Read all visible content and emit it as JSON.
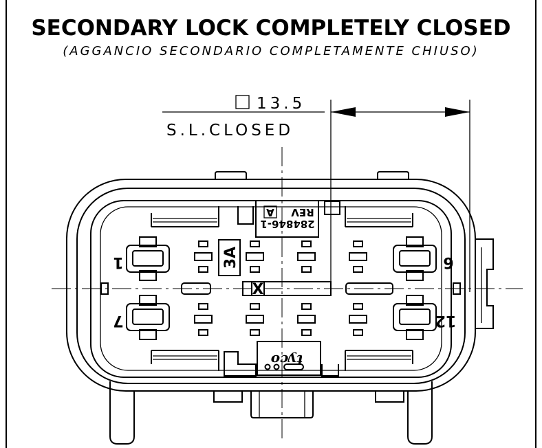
{
  "header": {
    "title": "SECONDARY LOCK COMPLETELY CLOSED",
    "subtitle": "(AGGANCIO SECONDARIO COMPLETAMENTE CHIUSO)"
  },
  "dimension": {
    "value": "13.5",
    "note": "S.L.CLOSED"
  },
  "connector": {
    "cavity_labels": {
      "c1": "1",
      "c6": "6",
      "c7": "7",
      "c12": "12"
    },
    "part_number": "284846-1",
    "revision_label": "REV",
    "revision": "A",
    "cavity_code": "3A",
    "lock_mark": "X",
    "brand": "tyco"
  }
}
